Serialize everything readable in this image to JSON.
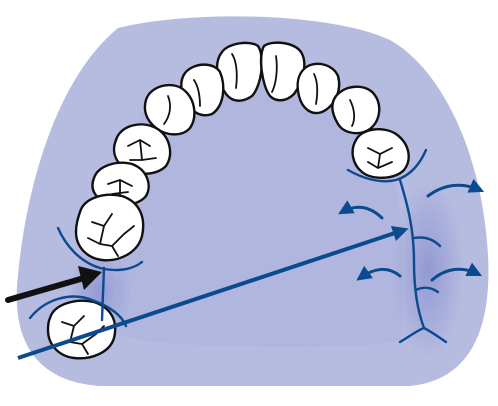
{
  "diagram": {
    "palate_color": "#b6bbe0",
    "palate_inner_color": "#a7addb",
    "tooth_fill": "#ffffff",
    "outline_color": "#111111",
    "arrow_color": "#0b4a8f",
    "black_arrow_color": "#111111",
    "teeth": [
      {
        "name": "central-incisor-right"
      },
      {
        "name": "central-incisor-left"
      },
      {
        "name": "lateral-incisor-right"
      },
      {
        "name": "lateral-incisor-left"
      },
      {
        "name": "canine-right"
      },
      {
        "name": "canine-left"
      },
      {
        "name": "premolar-left-1"
      },
      {
        "name": "premolar-right-1"
      },
      {
        "name": "premolar-left-2"
      },
      {
        "name": "molar-left-1"
      },
      {
        "name": "molar-left-2"
      }
    ],
    "icons": {
      "long_arrow": "diagonal-blue-arrow",
      "insertion_arrow": "black-arrow",
      "release_arrows": "curved-blue-arrows"
    }
  }
}
